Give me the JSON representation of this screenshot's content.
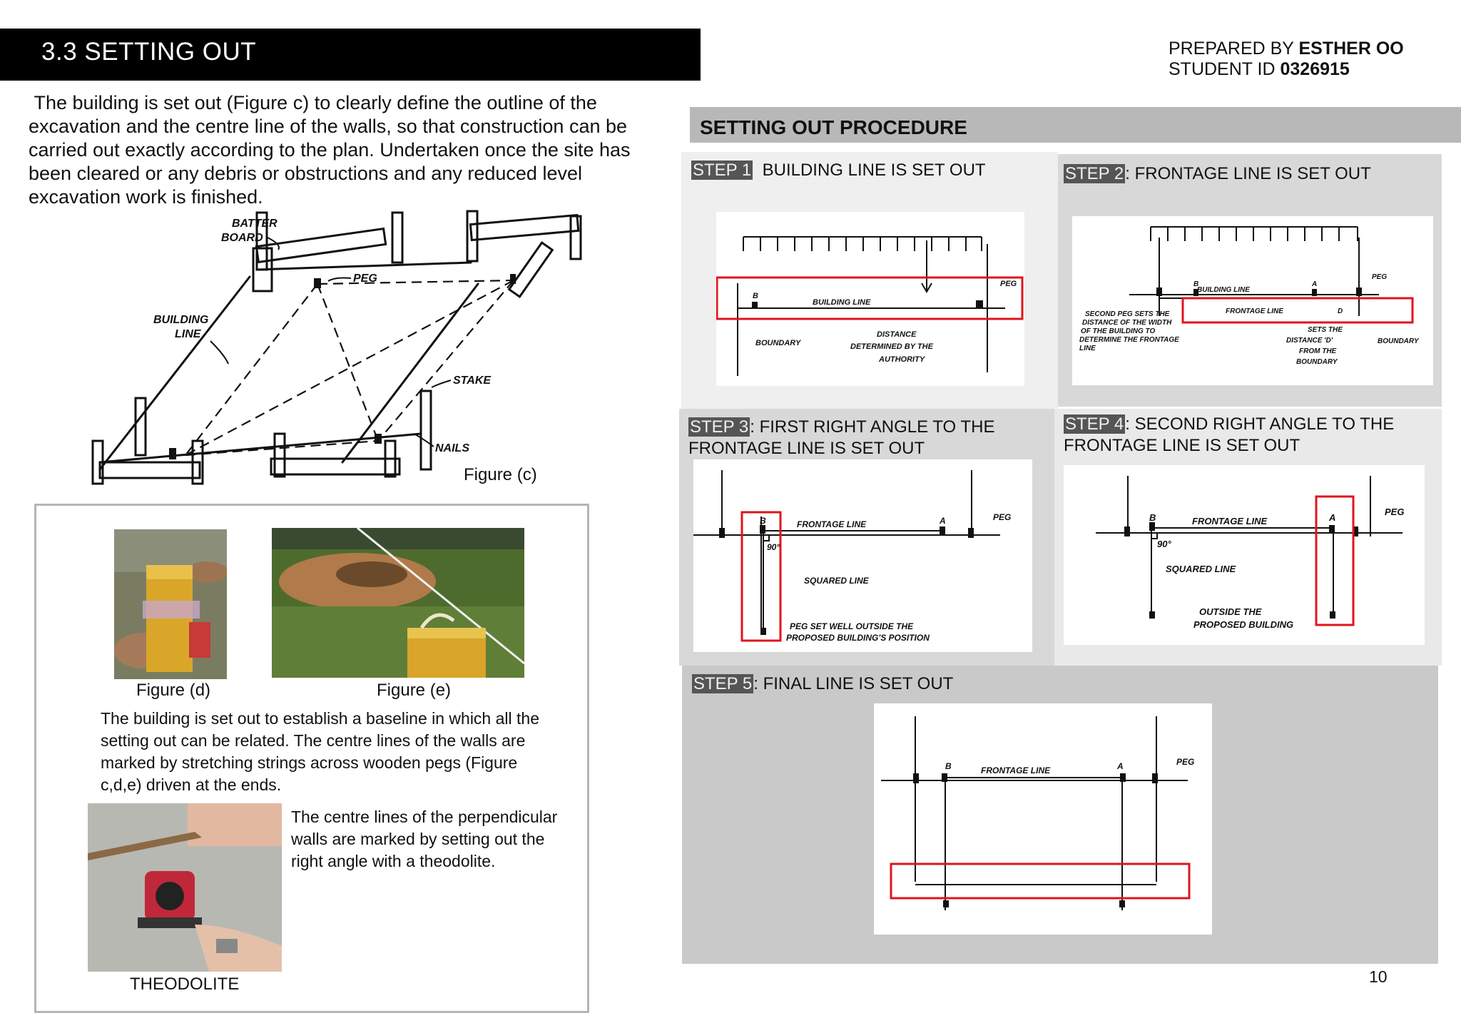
{
  "header": {
    "section_title": "3.3  SETTING OUT",
    "prepared_prefix": "PREPARED BY ",
    "prepared_name": "ESTHER OO",
    "student_prefix": "STUDENT ID ",
    "student_id": "0326915"
  },
  "intro": {
    "text": " The building is set out (Figure c) to clearly define the outline of the excavation and the centre line of the walls, so that construction can be carried out exactly according to the plan. Undertaken once the site has been cleared or any debris or obstructions and any reduced level excavation work is finished."
  },
  "figure_c": {
    "caption": "Figure (c)",
    "labels": {
      "batter": "BATTER",
      "board": "BOARD",
      "peg": "PEG",
      "building": "BUILDING",
      "line": "LINE",
      "stake": "STAKE",
      "nails": "NAILS"
    }
  },
  "photos": {
    "caption_d": "Figure (d)",
    "caption_e": "Figure (e)",
    "paragraph1": "The building is set out to establish a baseline in which all the setting out can be related. The centre lines of the walls are marked by stretching strings across wooden pegs (Figure c,d,e) driven at the ends.",
    "paragraph2": "The centre lines of the perpendicular walls are marked by setting out the right angle with a theodolite.",
    "theodolite_caption": "THEODOLITE"
  },
  "procedure": {
    "title": "SETTING OUT PROCEDURE",
    "steps": [
      {
        "tag": "STEP 1",
        "text": "  BUILDING LINE IS SET OUT"
      },
      {
        "tag": "STEP 2",
        "text": ": FRONTAGE LINE IS SET OUT"
      },
      {
        "tag": "STEP 3",
        "text": ": FIRST RIGHT ANGLE TO THE FRONTAGE LINE IS SET OUT"
      },
      {
        "tag": "STEP 4",
        "text": ": SECOND RIGHT ANGLE TO THE FRONTAGE LINE IS SET OUT"
      },
      {
        "tag": "STEP 5",
        "text": ": FINAL LINE IS SET OUT"
      }
    ],
    "diagram_labels": {
      "b": "B",
      "a": "A",
      "d": "D",
      "building_line": "BUILDING LINE",
      "frontage_line": "FRONTAGE LINE",
      "peg": "PEG",
      "boundary": "BOUNDARY",
      "distance1": "DISTANCE",
      "distance2": "DETERMINED BY THE",
      "distance3": "AUTHORITY",
      "second_peg1": "SECOND PEG SETS THE",
      "second_peg2": "DISTANCE OF THE WIDTH",
      "second_peg3": "OF THE BUILDING TO",
      "second_peg4": "DETERMINE THE FRONTAGE",
      "second_peg5": "LINE",
      "sets1": "SETS THE",
      "sets2": "DISTANCE 'D'",
      "sets3": "FROM THE",
      "sets4": "BOUNDARY",
      "ninety": "90°",
      "squared_line": "SQUARED LINE",
      "peg_outside1": "PEG SET WELL OUTSIDE THE",
      "peg_outside2": "PROPOSED BUILDING'S POSITION",
      "outside1": "OUTSIDE THE",
      "outside2": "PROPOSED BUILDING"
    }
  },
  "footer": {
    "page_number": "10"
  },
  "colors": {
    "highlight_red": "#e0141e",
    "panel_light": "#efefef",
    "panel_mid": "#d8d8d8",
    "panel_dark": "#c9c9c9"
  }
}
